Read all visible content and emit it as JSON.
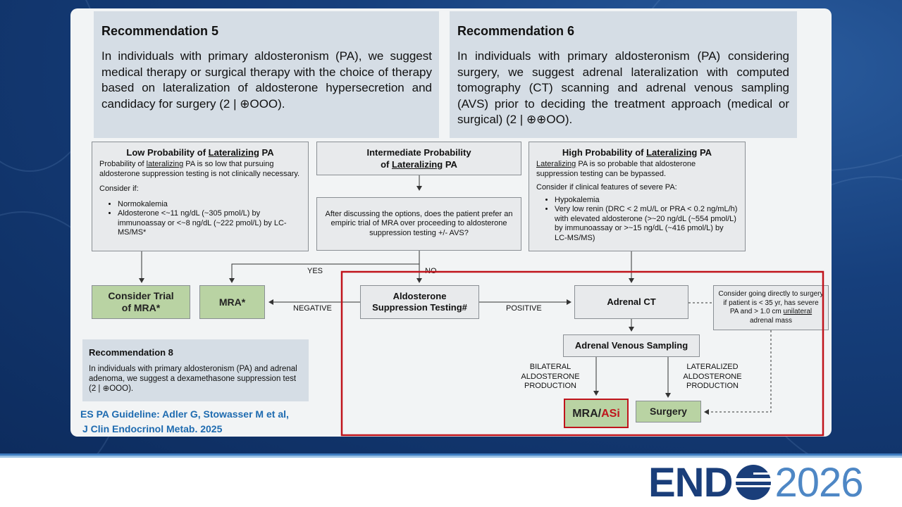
{
  "rec5": {
    "title": "Recommendation 5",
    "body": "In individuals with primary aldosteronism (PA), we suggest medical therapy or surgical therapy with the choice of therapy based on lateralization of aldosterone hypersecretion and candidacy for surgery (2 | ⊕OOO)."
  },
  "rec6": {
    "title": "Recommendation 6",
    "body": "In individuals with primary aldosteronism (PA) considering surgery, we suggest adrenal lateralization with computed tomography (CT) scanning and adrenal venous sampling (AVS) prior to deciding the treatment approach (medical or surgical) (2 | ⊕⊕OO)."
  },
  "low": {
    "title_pre": "Low Probability of ",
    "title_u": "Lateralizing",
    "title_post": " PA",
    "desc_pre": "Probability of ",
    "desc_u": "lateralizing",
    "desc_post": " PA is so low that pursuing aldosterone suppression testing is not clinically necessary.",
    "consider": "Consider if:",
    "items": [
      "Normokalemia",
      "Aldosterone <~11 ng/dL (~305 pmol/L) by immunoassay or <~8 ng/dL (~222 pmol/L) by LC-MS/MS*"
    ]
  },
  "intermediate": {
    "title_line1": "Intermediate Probability",
    "title_pre": "of ",
    "title_u": "Lateralizing",
    "title_post": " PA",
    "question": "After discussing the options, does the patient prefer an empiric trial of MRA over proceeding to aldosterone suppression testing +/- AVS?"
  },
  "high": {
    "title_pre": "High Probability of ",
    "title_u": "Lateralizing",
    "title_post": " PA",
    "desc_u": "Lateralizing",
    "desc_post": " PA is so probable that aldosterone suppression testing can be bypassed.",
    "consider": "Consider if clinical features of severe PA:",
    "items": [
      "Hypokalemia",
      "Very low renin (DRC < 2 mU/L or PRA < 0.2 ng/mL/h) with elevated aldosterone (>~20 ng/dL (~554 pmol/L) by immunoassay or >~15 ng/dL (~416 pmol/L) by LC-MS/MS)"
    ]
  },
  "nodes": {
    "consider_trial": "Consider Trial of MRA*",
    "mra": "MRA*",
    "suppression": "Aldosterone Suppression Testing#",
    "adrenal_ct": "Adrenal CT",
    "avs": "Adrenal Venous Sampling",
    "mra_asi_a": "MRA/",
    "mra_asi_b": "ASi",
    "surgery": "Surgery",
    "direct_pre": "Consider going directly to surgery if patient is < 35 yr, has severe PA and > 1.0 cm ",
    "direct_u": "unilateral",
    "direct_post": " adrenal mass"
  },
  "labels": {
    "yes": "YES",
    "no": "NO",
    "negative": "NEGATIVE",
    "positive": "POSITIVE",
    "bilateral": "BILATERAL ALDOSTERONE PRODUCTION",
    "lateralized": "LATERALIZED ALDOSTERONE PRODUCTION"
  },
  "rec8": {
    "title": "Recommendation 8",
    "body": "In individuals with primary aldosteronism (PA) and adrenal adenoma, we suggest a dexamethasone suppression test (2 | ⊕OOO)."
  },
  "citation": {
    "line1": "ES PA Guideline: Adler G, Stowasser M et al,",
    "line2": "J Clin Endocrinol Metab. 2025"
  },
  "logo": {
    "brand": "END",
    "year": "2026"
  },
  "colors": {
    "highlight_border": "#c0141c",
    "asi_text": "#c0141c",
    "green_node": "#b9d3a3",
    "rec_box": "#d5dde5",
    "citation": "#1e6bb0"
  }
}
